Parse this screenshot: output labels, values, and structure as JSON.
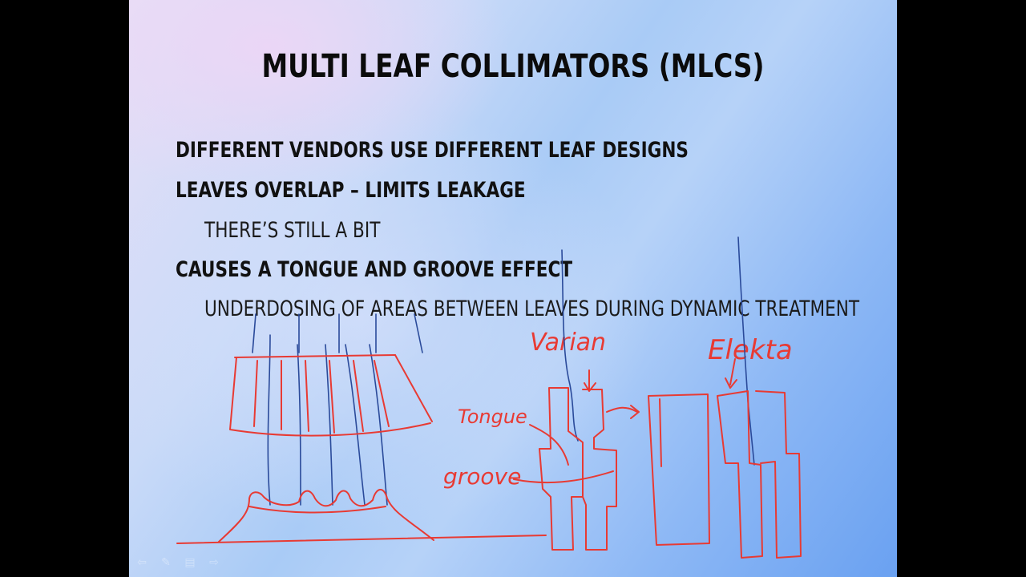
{
  "slide": {
    "title": "Multi Leaf Collimators (MLCs)",
    "bullets": [
      {
        "level": 1,
        "text": "Different vendors use different leaf designs"
      },
      {
        "level": 1,
        "text": "Leaves overlap – limits leakage"
      },
      {
        "level": 2,
        "text": "There’s still a bit"
      },
      {
        "level": 1,
        "text": "Causes a tongue and groove effect"
      },
      {
        "level": 2,
        "text": "Underdosing of areas between leaves during dynamic treatment"
      }
    ]
  },
  "annotations": {
    "varian": "Varian",
    "elekta": "Elekta",
    "tongue": "Tongue",
    "groove": "groove",
    "ink_color": "#e83a33",
    "beam_color": "#2a4a9a"
  },
  "nav": {
    "icons": [
      "arrow-left-icon",
      "pen-icon",
      "menu-icon",
      "arrow-right-icon"
    ],
    "glyphs": {
      "prev": "⇦",
      "pen": "✎",
      "menu": "▤",
      "next": "⇨"
    }
  },
  "colors": {
    "letterbox": "#000000",
    "title_text": "#0b0b0b",
    "body_text": "#111111"
  }
}
